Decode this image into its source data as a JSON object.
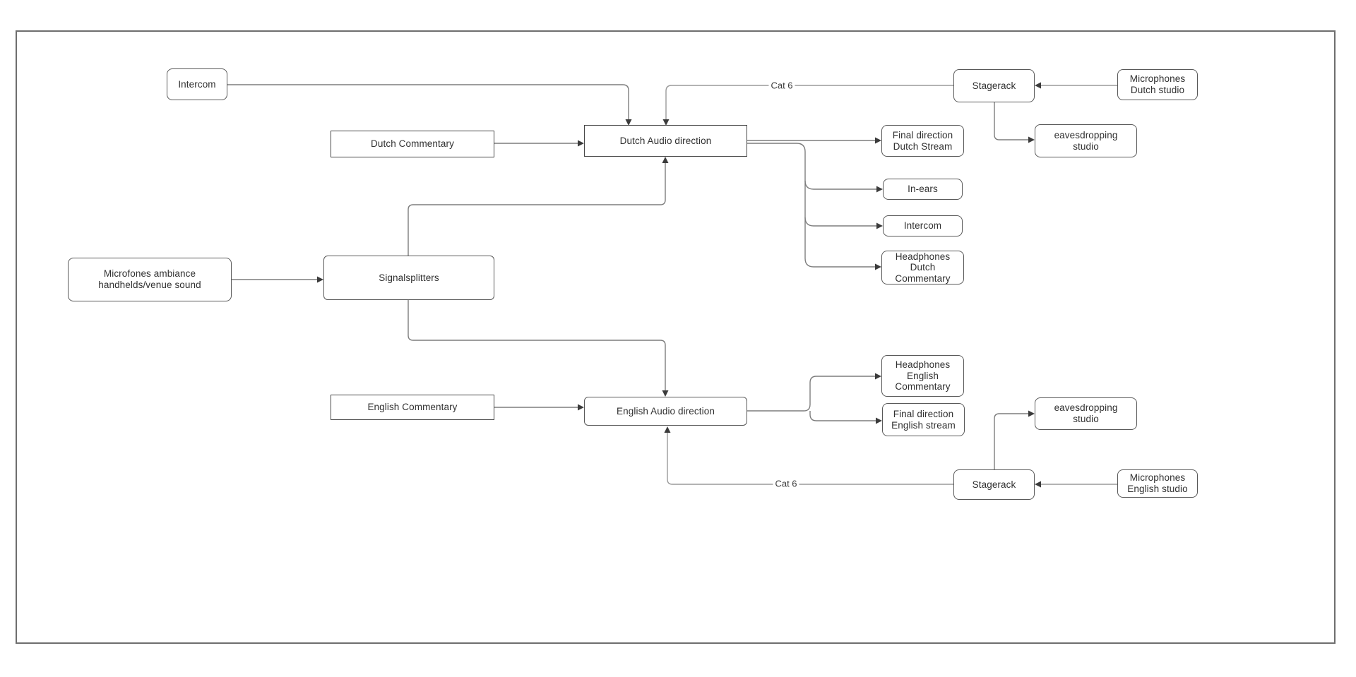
{
  "diagram": {
    "title_hint": "Audio signal flow diagram for Dutch and English commentary streams",
    "colors": {
      "background": "#ffffff",
      "frame_border": "#6e6e6e",
      "box_border_sharp": "#474747",
      "box_border_round": "#585858",
      "connector": "#7d7d7d",
      "connector_light": "#9a9a9a",
      "arrowhead": "#3b3b3b",
      "text": "#303030"
    },
    "nodes": {
      "intercom_source": {
        "label": "Intercom"
      },
      "dutch_commentary": {
        "label": "Dutch Commentary"
      },
      "dutch_audio_direction": {
        "label": "Dutch Audio direction"
      },
      "final_direction_dutch_stream": {
        "label": "Final direction\nDutch Stream"
      },
      "in_ears": {
        "label": "In-ears"
      },
      "intercom_output": {
        "label": "Intercom"
      },
      "headphones_dutch_commentary": {
        "label": "Headphones\nDutch\nCommentary"
      },
      "stagerack_dutch": {
        "label": "Stagerack"
      },
      "microphones_dutch_studio": {
        "label": "Microphones\nDutch studio"
      },
      "eavesdropping_studio_dutch": {
        "label": "eavesdropping\nstudio"
      },
      "microfones_ambiance": {
        "label": "Microfones ambiance\nhandhelds/venue sound"
      },
      "signalsplitters": {
        "label": "Signalsplitters"
      },
      "english_commentary": {
        "label": "English Commentary"
      },
      "english_audio_direction": {
        "label": "English Audio direction"
      },
      "headphones_english_commentary": {
        "label": "Headphones\nEnglish\nCommentary"
      },
      "final_direction_english_stream": {
        "label": "Final direction\nEnglish stream"
      },
      "eavesdropping_studio_english": {
        "label": "eavesdropping\nstudio"
      },
      "stagerack_english": {
        "label": "Stagerack"
      },
      "microphones_english_studio": {
        "label": "Microphones\nEnglish studio"
      }
    },
    "edge_labels": {
      "cat6_top": "Cat 6",
      "cat6_bottom": "Cat 6"
    }
  }
}
